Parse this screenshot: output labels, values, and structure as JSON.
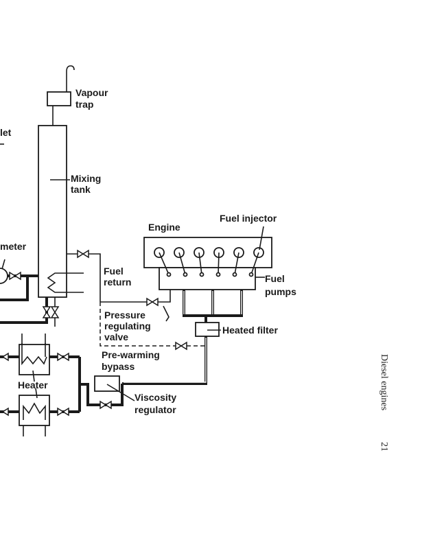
{
  "diagram": {
    "labels": {
      "vapour_trap": [
        "Vapour",
        "trap"
      ],
      "inlet_partial": "let",
      "mixing_tank": [
        "Mixing",
        "tank"
      ],
      "meter_partial": "meter",
      "engine": "Engine",
      "fuel_injector": "Fuel injector",
      "fuel_return": [
        "Fuel",
        "return"
      ],
      "fuel_pumps": [
        "Fuel",
        "pumps"
      ],
      "pressure_regulating_valve": [
        "Pressure",
        "regulating",
        "valve"
      ],
      "heated_filter": "Heated filter",
      "pre_warming_bypass": [
        "Pre-warming",
        "bypass"
      ],
      "heater": "Heater",
      "viscosity_regulator": [
        "Viscosity",
        "regulator"
      ]
    },
    "engine_cylinders": 6,
    "page_footer": {
      "running_title": "Diesel engines",
      "page_number": "21"
    }
  }
}
